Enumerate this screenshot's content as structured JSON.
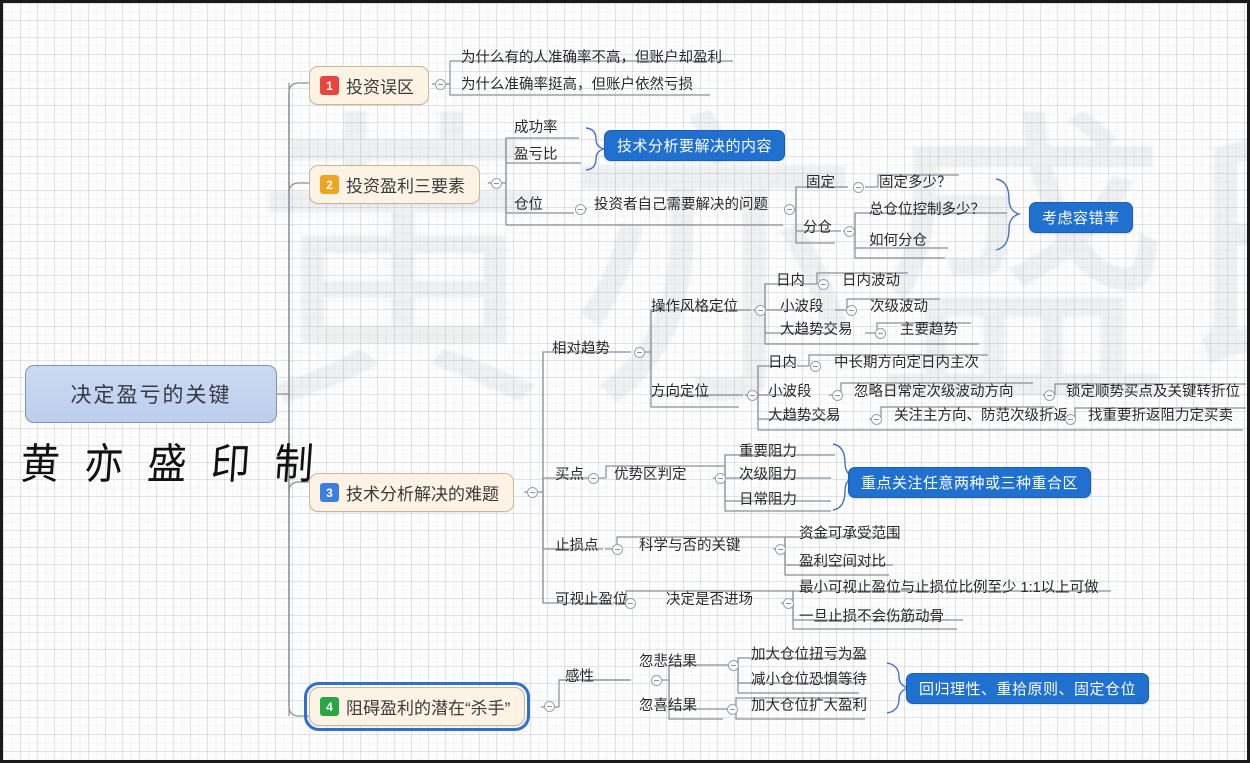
{
  "document": {
    "title": "决定盈亏的关键",
    "watermark_chars": [
      "黄",
      "亦",
      "盛",
      "印",
      "制"
    ],
    "stamp_text": "黄 亦 盛 印 制"
  },
  "colors": {
    "root_fill": "#c5d4ef",
    "branch_fill": "#fdf3e4",
    "callout_blue": "#2070d0",
    "badge_1": "#e8453c",
    "badge_2": "#f0a51e",
    "badge_3": "#3d7ee0",
    "badge_4": "#28a745",
    "selection": "#2f6fd0",
    "connector": "#8a8f98",
    "brace": "#4a72c8"
  },
  "root": {
    "label": "决定盈亏的关键"
  },
  "branches": [
    {
      "number": "1",
      "label": "投资误区",
      "badge_color": "#e8453c",
      "selected": false,
      "children": [
        {
          "label": "为什么有的人准确率不高，但账户却盈利"
        },
        {
          "label": "为什么准确率挺高，但账户依然亏损"
        }
      ]
    },
    {
      "number": "2",
      "label": "投资盈利三要素",
      "badge_color": "#f0a51e",
      "selected": false,
      "children": [
        {
          "label": "成功率"
        },
        {
          "label": "盈亏比"
        },
        {
          "label": "仓位",
          "children": [
            {
              "label": "投资者自己需要解决的问题",
              "children": [
                {
                  "label": "固定",
                  "children": [
                    {
                      "label": "固定多少？"
                    }
                  ]
                },
                {
                  "label": "分仓",
                  "children": [
                    {
                      "label": "总仓位控制多少？"
                    },
                    {
                      "label": "如何分仓"
                    }
                  ]
                }
              ]
            }
          ]
        }
      ],
      "callouts": [
        {
          "label": "技术分析要解决的内容"
        },
        {
          "label": "考虑容错率"
        }
      ]
    },
    {
      "number": "3",
      "label": "技术分析解决的难题",
      "badge_color": "#3d7ee0",
      "selected": false,
      "children": [
        {
          "label": "相对趋势",
          "children": [
            {
              "label": "操作风格定位",
              "children": [
                {
                  "label": "日内",
                  "child": "日内波动"
                },
                {
                  "label": "小波段",
                  "child": "次级波动"
                },
                {
                  "label": "大趋势交易",
                  "child": "主要趋势"
                }
              ]
            },
            {
              "label": "方向定位",
              "children": [
                {
                  "label": "日内",
                  "child": "中长期方向定日内主次"
                },
                {
                  "label": "小波段",
                  "child": "忽略日常定次级波动方向",
                  "grandchild": "锁定顺势买点及关键转折位"
                },
                {
                  "label": "大趋势交易",
                  "child": "关注主方向、防范次级折返",
                  "grandchild": "找重要折返阻力定买卖"
                }
              ]
            }
          ]
        },
        {
          "label": "买点",
          "children": [
            {
              "label": "优势区判定",
              "children": [
                {
                  "label": "重要阻力"
                },
                {
                  "label": "次级阻力"
                },
                {
                  "label": "日常阻力"
                }
              ]
            }
          ]
        },
        {
          "label": "止损点",
          "children": [
            {
              "label": "科学与否的关键",
              "children": [
                {
                  "label": "资金可承受范围"
                },
                {
                  "label": "盈利空间对比"
                }
              ]
            }
          ]
        },
        {
          "label": "可视止盈位",
          "children": [
            {
              "label": "决定是否进场",
              "children": [
                {
                  "label": "最小可视止盈位与止损位比例至少 1:1以上可做"
                },
                {
                  "label": "一旦止损不会伤筋动骨"
                }
              ]
            }
          ]
        }
      ],
      "callouts": [
        {
          "label": "重点关注任意两种或三种重合区"
        }
      ]
    },
    {
      "number": "4",
      "label": "阻碍盈利的潜在“杀手”",
      "badge_color": "#28a745",
      "selected": true,
      "children": [
        {
          "label": "感性",
          "children": [
            {
              "label": "忽悲结果",
              "children": [
                {
                  "label": "加大仓位扭亏为盈"
                },
                {
                  "label": "减小仓位恐惧等待"
                }
              ]
            },
            {
              "label": "忽喜结果",
              "children": [
                {
                  "label": "加大仓位扩大盈利"
                }
              ]
            }
          ]
        }
      ],
      "callouts": [
        {
          "label": "回归理性、重拾原则、固定仓位"
        }
      ]
    }
  ]
}
